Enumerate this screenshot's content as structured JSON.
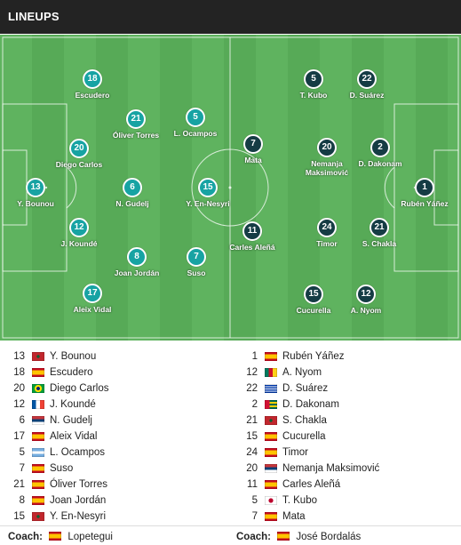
{
  "header": {
    "title": "LINEUPS"
  },
  "colors": {
    "home": "#17a3a3",
    "away": "#153c44"
  },
  "pitch": {
    "home": [
      {
        "id": "bounou",
        "number": "13",
        "name": "Y. Bounou"
      },
      {
        "id": "escudero",
        "number": "18",
        "name": "Escudero"
      },
      {
        "id": "diego-carlos",
        "number": "20",
        "name": "Diego Carlos"
      },
      {
        "id": "kounde",
        "number": "12",
        "name": "J. Koundé"
      },
      {
        "id": "vidal",
        "number": "17",
        "name": "Aleix Vidal"
      },
      {
        "id": "torres",
        "number": "21",
        "name": "Óliver Torres"
      },
      {
        "id": "gudelj",
        "number": "6",
        "name": "N. Gudelj"
      },
      {
        "id": "jordan",
        "number": "8",
        "name": "Joan Jordán"
      },
      {
        "id": "ocampos",
        "number": "5",
        "name": "L. Ocampos"
      },
      {
        "id": "en-nesyri",
        "number": "15",
        "name": "Y. En-Nesyri"
      },
      {
        "id": "suso",
        "number": "7",
        "name": "Suso"
      }
    ],
    "away": [
      {
        "id": "yanez",
        "number": "1",
        "name": "Rubén Yáñez"
      },
      {
        "id": "suarez",
        "number": "22",
        "name": "D. Suárez"
      },
      {
        "id": "dakonam",
        "number": "2",
        "name": "D. Dakonam"
      },
      {
        "id": "chakla",
        "number": "21",
        "name": "S. Chakla"
      },
      {
        "id": "nyom",
        "number": "12",
        "name": "A. Nyom"
      },
      {
        "id": "kubo",
        "number": "5",
        "name": "T. Kubo"
      },
      {
        "id": "maksimovic",
        "number": "20",
        "name": "Nemanja Maksimović"
      },
      {
        "id": "timor",
        "number": "24",
        "name": "Timor"
      },
      {
        "id": "cucurella",
        "number": "15",
        "name": "Cucurella"
      },
      {
        "id": "mata",
        "number": "7",
        "name": "Mata"
      },
      {
        "id": "alena",
        "number": "11",
        "name": "Carles Aleñá"
      }
    ]
  },
  "home_list": [
    {
      "number": "13",
      "flag": "morocco",
      "name": "Y. Bounou"
    },
    {
      "number": "18",
      "flag": "spain",
      "name": "Escudero"
    },
    {
      "number": "20",
      "flag": "brazil",
      "name": "Diego Carlos"
    },
    {
      "number": "12",
      "flag": "france",
      "name": "J. Koundé"
    },
    {
      "number": "6",
      "flag": "serbia",
      "name": "N. Gudelj"
    },
    {
      "number": "17",
      "flag": "spain",
      "name": "Aleix Vidal"
    },
    {
      "number": "5",
      "flag": "argentina",
      "name": "L. Ocampos"
    },
    {
      "number": "7",
      "flag": "spain",
      "name": "Suso"
    },
    {
      "number": "21",
      "flag": "spain",
      "name": "Óliver Torres"
    },
    {
      "number": "8",
      "flag": "spain",
      "name": "Joan Jordán"
    },
    {
      "number": "15",
      "flag": "morocco",
      "name": "Y. En-Nesyri"
    }
  ],
  "away_list": [
    {
      "number": "1",
      "flag": "spain",
      "name": "Rubén Yáñez"
    },
    {
      "number": "12",
      "flag": "cameroon",
      "name": "A. Nyom"
    },
    {
      "number": "22",
      "flag": "uruguay",
      "name": "D. Suárez"
    },
    {
      "number": "2",
      "flag": "togo",
      "name": "D. Dakonam"
    },
    {
      "number": "21",
      "flag": "morocco",
      "name": "S. Chakla"
    },
    {
      "number": "15",
      "flag": "spain",
      "name": "Cucurella"
    },
    {
      "number": "24",
      "flag": "spain",
      "name": "Timor"
    },
    {
      "number": "20",
      "flag": "serbia",
      "name": "Nemanja Maksimović"
    },
    {
      "number": "11",
      "flag": "spain",
      "name": "Carles Aleñá"
    },
    {
      "number": "5",
      "flag": "japan",
      "name": "T. Kubo"
    },
    {
      "number": "7",
      "flag": "spain",
      "name": "Mata"
    }
  ],
  "coaches": {
    "label": "Coach:",
    "home": {
      "name": "Lopetegui",
      "flag": "spain"
    },
    "away": {
      "name": "José Bordalás",
      "flag": "spain"
    }
  }
}
